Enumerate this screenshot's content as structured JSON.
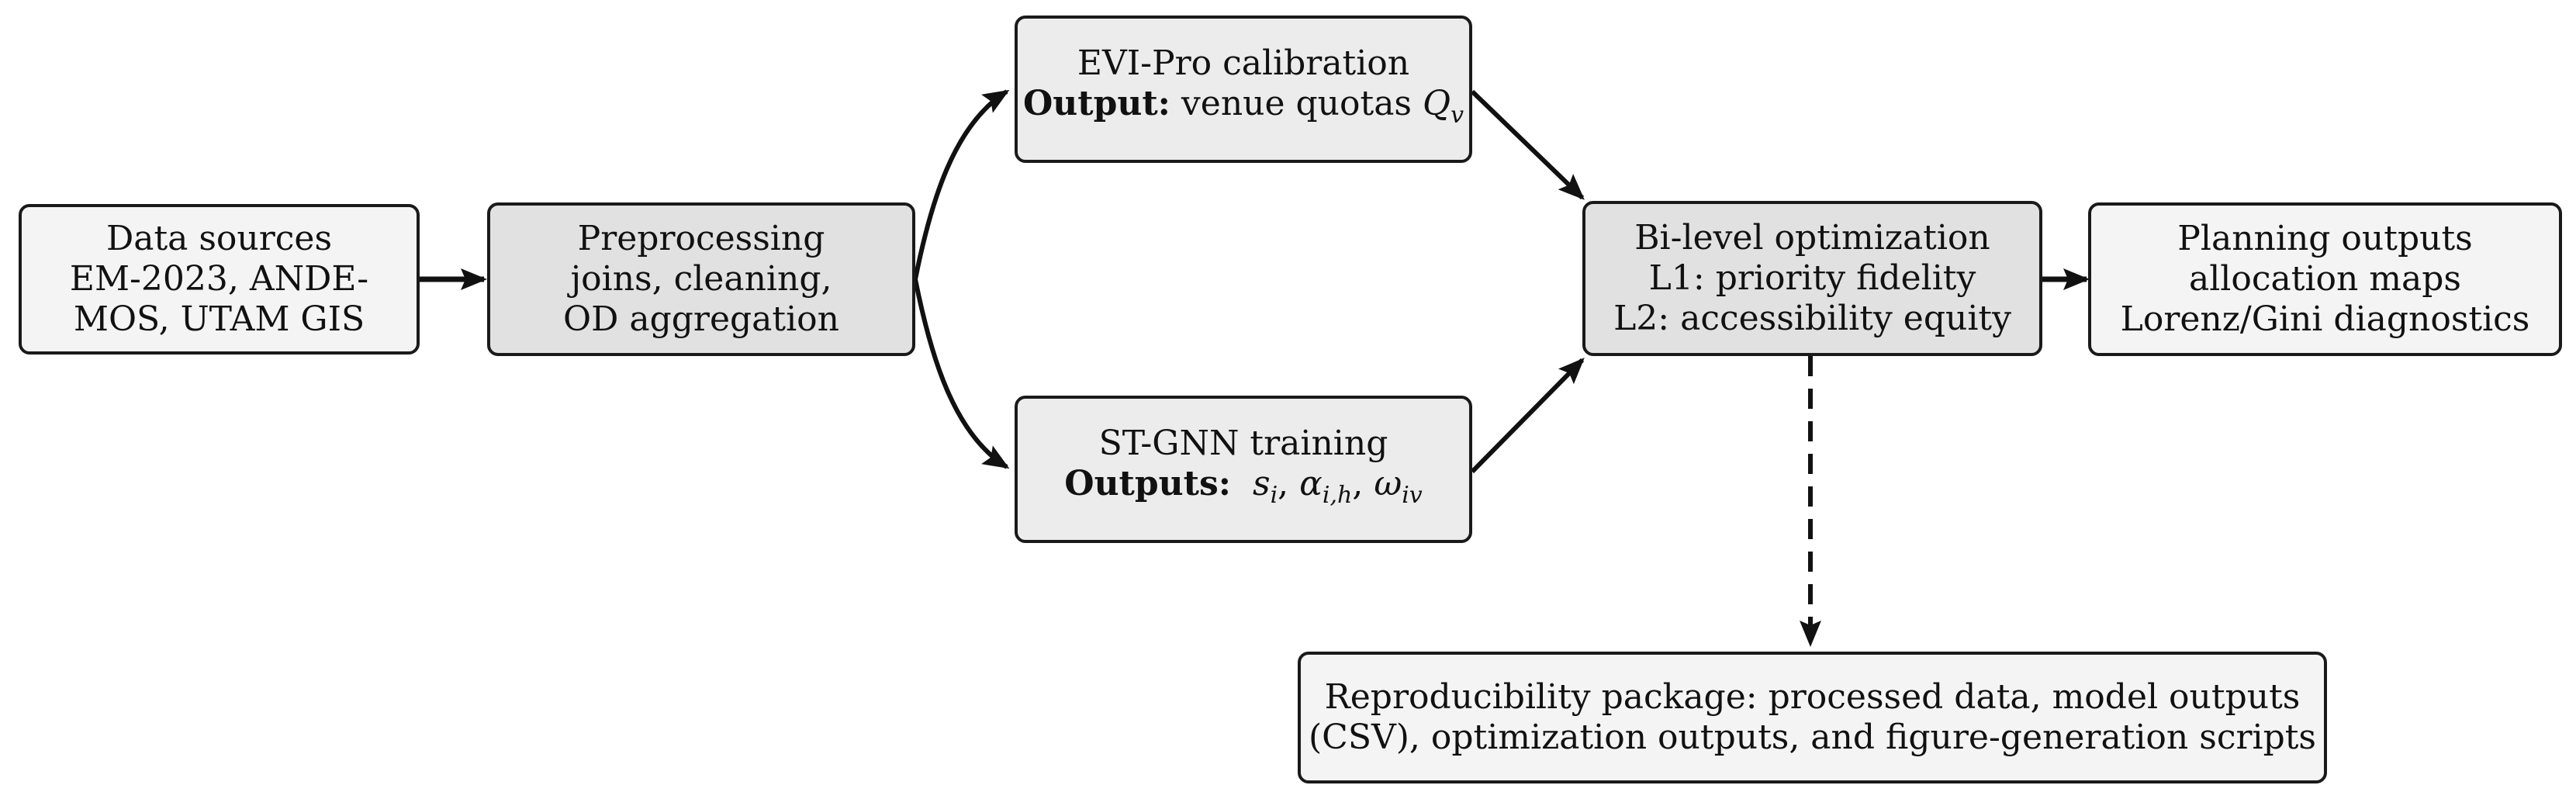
{
  "nodes": {
    "data_sources": {
      "title": "Data sources",
      "line1": "EM-2023, ANDE-",
      "line2": "MOS, UTAM GIS"
    },
    "preprocessing": {
      "title": "Preprocessing",
      "line1": "joins, cleaning,",
      "line2": "OD aggregation"
    },
    "evi_pro": {
      "title": "EVI-Pro calibration",
      "output_label": "Output:",
      "output_text": "venue quotas",
      "output_symbol": "Q",
      "output_symbol_sub": "v"
    },
    "st_gnn": {
      "title": "ST-GNN training",
      "output_label": "Outputs:",
      "symbol1": "s",
      "symbol1_sub": "i",
      "symbol2": "α",
      "symbol2_sub": "i,h",
      "symbol3": "ω",
      "symbol3_sub": "iv"
    },
    "bilevel": {
      "title": "Bi-level optimization",
      "line1": "L1: priority fidelity",
      "line2": "L2: accessibility equity"
    },
    "planning": {
      "title": "Planning outputs",
      "line1": "allocation maps",
      "line2": "Lorenz/Gini diagnostics"
    },
    "reproducibility": {
      "line1": "Reproducibility package: processed data, model outputs",
      "line2": "(CSV), optimization outputs, and figure-generation scripts"
    }
  },
  "colors": {
    "stroke": "#1a1a1a",
    "fill_light": "#f4f4f4",
    "fill_mid": "#ececec",
    "fill_dark": "#e1e1e1"
  }
}
